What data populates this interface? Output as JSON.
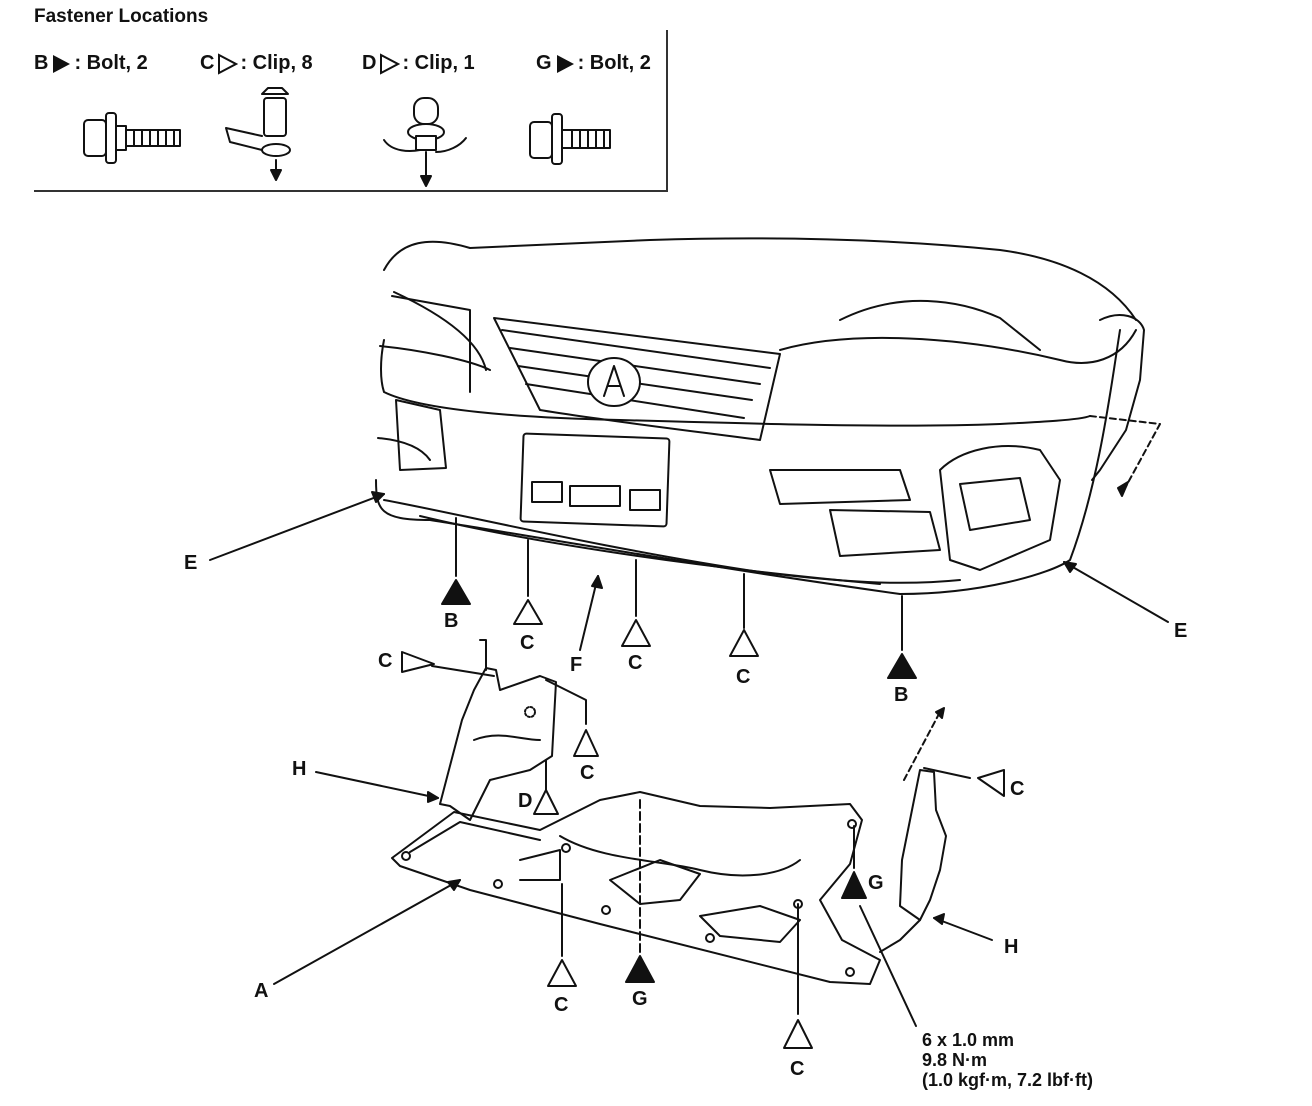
{
  "legend": {
    "title": "Fastener Locations",
    "items": [
      {
        "letter": "B",
        "filled": true,
        "text": ": Bolt, 2"
      },
      {
        "letter": "C",
        "filled": false,
        "text": ": Clip, 8"
      },
      {
        "letter": "D",
        "filled": false,
        "text": ": Clip, 1"
      },
      {
        "letter": "G",
        "filled": true,
        "text": ": Bolt, 2"
      }
    ]
  },
  "callouts": {
    "A": "A",
    "B": "B",
    "C": "C",
    "D": "D",
    "E": "E",
    "F": "F",
    "G": "G",
    "H": "H"
  },
  "spec": {
    "size": "6 x 1.0 mm",
    "torque_nm": "9.8 N·m",
    "torque_alt": "(1.0 kgf·m, 7.2 lbf·ft)"
  }
}
